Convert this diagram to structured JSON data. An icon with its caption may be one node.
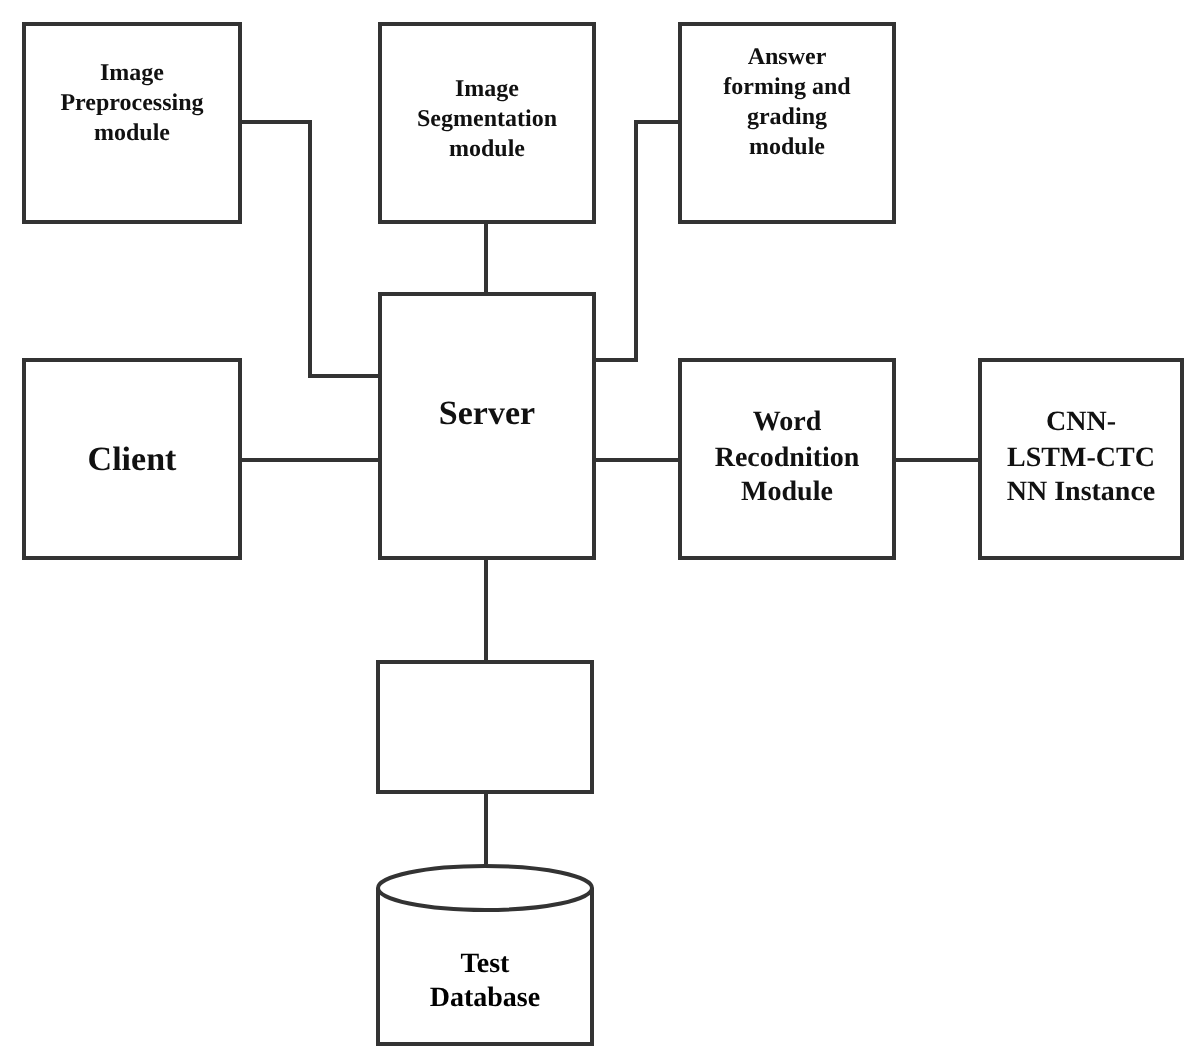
{
  "diagram": {
    "nodes": [
      {
        "text": [
          "Image Preprocessing module"
        ]
      },
      {
        "text": [
          "Image Segmentation module"
        ]
      },
      {
        "text": [
          "Answer forming and grading module"
        ]
      },
      {
        "text": [
          "Client"
        ]
      },
      {
        "text": [
          "Server"
        ]
      },
      {
        "text": [
          "Word Recodnition Module"
        ]
      },
      {
        "text": [
          "CNN- LSTM-CTC NN Instance"
        ]
      },
      {
        "text": [],
        "shape": "box"
      },
      {
        "text": [
          "Test Database"
        ]
      }
    ],
    "edges": [
      {
        "from": 0,
        "to": 4,
        "arrow": "none"
      },
      {
        "from": 1,
        "to": 4,
        "arrow": "none"
      },
      {
        "from": 2,
        "to": 4,
        "arrow": "none"
      },
      {
        "from": 3,
        "to": 4,
        "arrow": "none"
      },
      {
        "from": 4,
        "to": 5,
        "arrow": "none"
      },
      {
        "from": 5,
        "to": 6,
        "arrow": "none"
      },
      {
        "from": 4,
        "to": 7,
        "arrow": "none"
      },
      {
        "from": 7,
        "to": 8,
        "arrow": "none"
      }
    ]
  }
}
